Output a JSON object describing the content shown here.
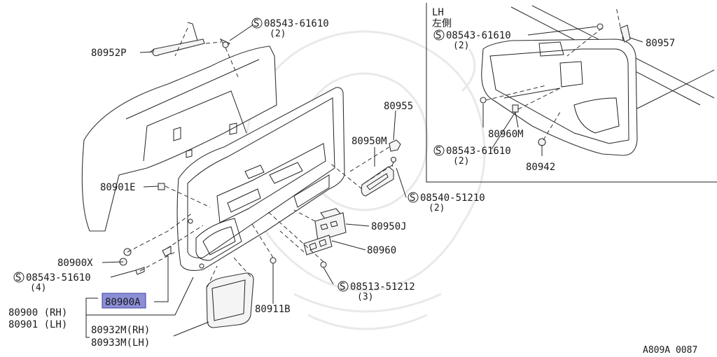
{
  "diagram": {
    "figure_code": "A809A 0087",
    "inset": {
      "title": "LH",
      "title_jp": "左側"
    },
    "labels": {
      "p80952P": "80952P",
      "s08543_61610_top": "08543-61610",
      "s08543_61610_top_qty": "(2)",
      "p80955": "80955",
      "p80950M": "80950M",
      "p80901E": "80901E",
      "s08540_51210": "08540-51210",
      "s08540_51210_qty": "(2)",
      "p80950J": "80950J",
      "p80960": "80960",
      "p80900X": "80900X",
      "s08543_51610": "08543-51610",
      "s08543_51610_qty": "(4)",
      "p80900A": "80900A",
      "p80900RH": "80900 (RH)",
      "p80901LH": "80901 (LH)",
      "p80932M": "80932M(RH)",
      "p80933M": "80933M(LH)",
      "p80911B": "80911B",
      "s08513_51212": "08513-51212",
      "s08513_51212_qty": "(3)",
      "inset_s08543_61610_a": "08543-61610",
      "inset_s08543_61610_a_qty": "(2)",
      "p80957": "80957",
      "p80960M": "80960M",
      "inset_s08543_61610_b": "08543-61610",
      "inset_s08543_61610_b_qty": "(2)",
      "p80942": "80942"
    },
    "screw_symbol": "S"
  }
}
